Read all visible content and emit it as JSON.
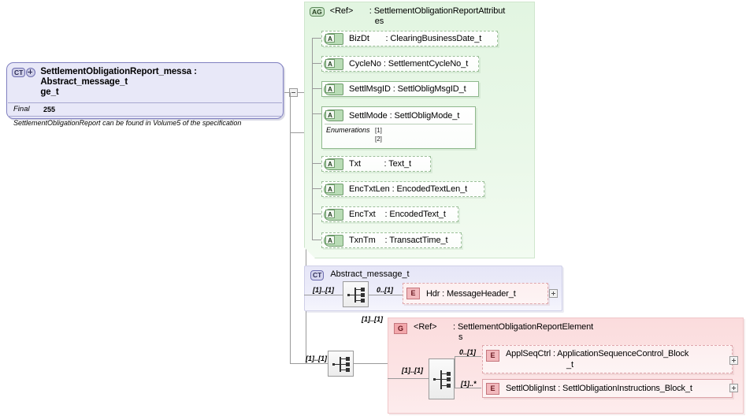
{
  "diagram": {
    "type": "xsd-schema-diagram",
    "colors": {
      "complex_type_fill": "#e8e8f8",
      "complex_type_border": "#8080c0",
      "attribute_group_fill": "#eaf8e9",
      "attribute_group_border": "#cfe6cd",
      "attribute_icon_fill": "#b9dcb6",
      "element_group_fill": "#fce4e5",
      "element_group_border": "#f0c6c8",
      "element_icon_fill": "#f2b9bd",
      "connector_line": "#9a9a9a"
    }
  },
  "root_type": {
    "badge": "CT",
    "expand_icon": "plus-circle-icon",
    "name": "SettlementObligationReport_messa",
    "name_wrap": "ge_t",
    "separator": ":",
    "base_type": "Abstract_message_t",
    "facet_label": "Final",
    "facet_value": "255",
    "documentation": "SettlementObligationReport can be found in Volume5 of the specification"
  },
  "attribute_group": {
    "badge": "AG",
    "ref_label": "<Ref>",
    "separator": ":",
    "name": "SettlementObligationReportAttribut",
    "name_wrap": "es",
    "attributes": [
      {
        "badge": "A",
        "name": "BizDt",
        "separator": ":",
        "type": "ClearingBusinessDate_t",
        "use": "optional",
        "label": "BizDt       : ClearingBusinessDate_t"
      },
      {
        "badge": "A",
        "name": "CycleNo",
        "separator": ":",
        "type": "SettlementCycleNo_t",
        "use": "optional",
        "label": "CycleNo : SettlementCycleNo_t"
      },
      {
        "badge": "A",
        "name": "SettlMsgID",
        "separator": ":",
        "type": "SettlObligMsgID_t",
        "use": "required",
        "label": "SettlMsgID : SettlObligMsgID_t"
      },
      {
        "badge": "A",
        "name": "SettlMode",
        "separator": ":",
        "type": "SettlObligMode_t",
        "use": "required",
        "label": "SettlMode : SettlObligMode_t",
        "detail_label": "Enumerations",
        "detail_values": [
          "[1]",
          "[2]"
        ]
      },
      {
        "badge": "A",
        "name": "Txt",
        "separator": ":",
        "type": "Text_t",
        "use": "optional",
        "label": "Txt          : Text_t"
      },
      {
        "badge": "A",
        "name": "EncTxtLen",
        "separator": ":",
        "type": "EncodedTextLen_t",
        "use": "optional",
        "label": "EncTxtLen : EncodedTextLen_t"
      },
      {
        "badge": "A",
        "name": "EncTxt",
        "separator": ":",
        "type": "EncodedText_t",
        "use": "optional",
        "label": "EncTxt    : EncodedText_t"
      },
      {
        "badge": "A",
        "name": "TxnTm",
        "separator": ":",
        "type": "TransactTime_t",
        "use": "optional",
        "label": "TxnTm    : TransactTime_t"
      }
    ]
  },
  "base_type_box": {
    "badge": "CT",
    "name": "Abstract_message_t",
    "compositor": "sequence-icon",
    "compositor_occurs": "[1]..[1]",
    "elements": [
      {
        "badge": "E",
        "occurs": "0..[1]",
        "name": "Hdr",
        "separator": ":",
        "type": "MessageHeader_t",
        "use": "optional",
        "label": "Hdr       : MessageHeader_t",
        "expand": "plus-box-icon"
      }
    ]
  },
  "element_group": {
    "outer_occurs": "[1]..[1]",
    "outer_compositor": "sequence-icon",
    "badge": "G",
    "ref_label": "<Ref>",
    "separator": ":",
    "name": "SettlementObligationReportElement",
    "name_wrap": "s",
    "inner_occurs": "[1]..[1]",
    "inner_compositor": "sequence-icon",
    "elements": [
      {
        "badge": "E",
        "occurs": "0..[1]",
        "name": "ApplSeqCtrl",
        "separator": ":",
        "type": "ApplicationSequenceControl_Block_t",
        "type_line1": "ApplicationSequenceControl_Block",
        "type_line2": "_t",
        "use": "optional",
        "label": "ApplSeqCtrl : ApplicationSequenceControl_Block",
        "expand": "plus-box-icon"
      },
      {
        "badge": "E",
        "occurs": "[1]..*",
        "name": "SettlObligInst",
        "separator": ":",
        "type": "SettlObligationInstructions_Block_t",
        "use": "required",
        "label": "SettlObligInst : SettlObligationInstructions_Block_t",
        "expand": "plus-box-icon"
      }
    ]
  }
}
